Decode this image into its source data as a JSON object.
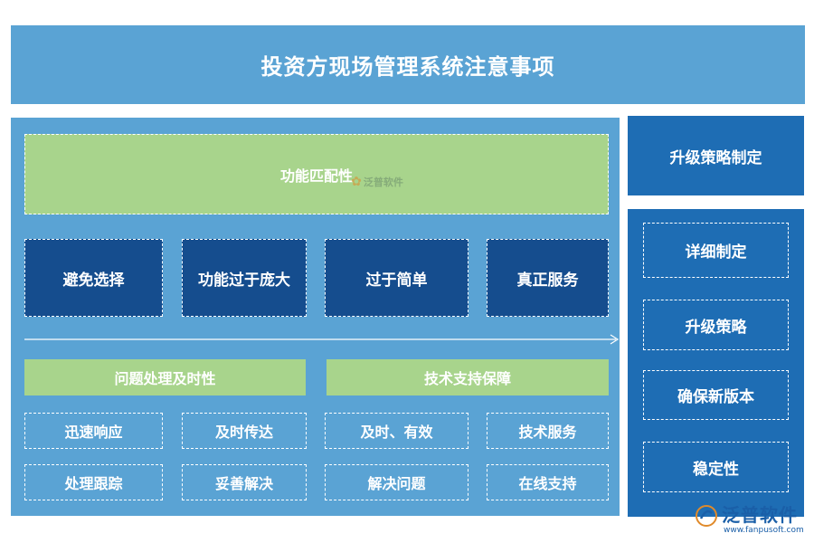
{
  "title": "投资方现场管理系统注意事项",
  "left": {
    "top_banner": "功能匹配性",
    "items": [
      "避免选择",
      "功能过于庞大",
      "过于简单",
      "真正服务"
    ],
    "sections": [
      {
        "header": "问题处理及时性",
        "items": [
          "迅速响应",
          "及时传达",
          "处理跟踪",
          "妥善解决"
        ]
      },
      {
        "header": "技术支持保障",
        "items": [
          "及时、有效",
          "技术服务",
          "解决问题",
          "在线支持"
        ]
      }
    ]
  },
  "right": {
    "header": "升级策略制定",
    "items": [
      "详细制定",
      "升级策略",
      "确保新版本",
      "稳定性"
    ]
  },
  "watermark": {
    "center_text": "泛普软件",
    "logo_text": "泛普软件",
    "url": "www.fanpusoft.com"
  },
  "colors": {
    "light_blue": "#5aa3d4",
    "dark_blue": "#154d8e",
    "medium_blue": "#1e6db4",
    "green": "#a8d48c",
    "logo_blue": "#1a5fa8"
  }
}
